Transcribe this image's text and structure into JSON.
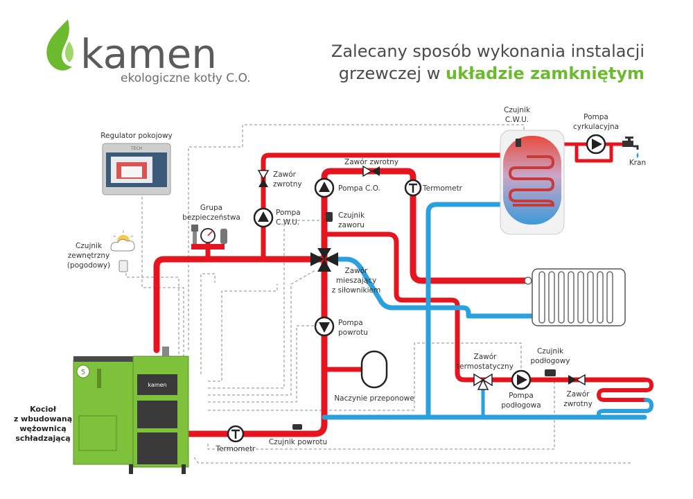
{
  "logo": {
    "word": "kamen",
    "tagline": "ekologiczne kotły C.O."
  },
  "title": {
    "line1": "Zalecany sposób wykonania instalacji",
    "line2_prefix": "grzewczej w ",
    "line2_highlight": "układzie zamkniętym"
  },
  "labels": {
    "regulator": "Regulator pokojowy",
    "regulator_brand": "TECH",
    "czujnik_zewnetrzny": [
      "Czujnik",
      "zewnętrzny",
      "(pogodowy)"
    ],
    "grupa_bezpieczenstwa": [
      "Grupa",
      "bezpieczeństwa"
    ],
    "zawor_zwrotny_1": [
      "Zawór",
      "zwrotny"
    ],
    "pompa_cwu": [
      "Pompa",
      "C.W.U."
    ],
    "zawor_zwrotny_2": "Zawór zwrotny",
    "pompa_co": "Pompa C.O.",
    "termometr_top": "Termometr",
    "czujnik_zaworu": [
      "Czujnik",
      "zaworu"
    ],
    "zawor_mieszajacy": [
      "Zawór",
      "mieszający",
      "z siłownikiem"
    ],
    "pompa_powrotu": [
      "Pompa",
      "powrotu"
    ],
    "naczynie": "Naczynie przeponowe",
    "czujnik_cwu": [
      "Czujnik",
      "C.W.U."
    ],
    "pompa_cyrkulacyjna": [
      "Pompa",
      "cyrkulacyjna"
    ],
    "kran": "Kran",
    "zawor_termostatyczny": [
      "Zawór",
      "termostatyczny"
    ],
    "pompa_podlogowa": [
      "Pompa",
      "podłogowa"
    ],
    "czujnik_podlogowy": [
      "Czujnik",
      "podłogowy"
    ],
    "zawor_zwrotny_3": [
      "Zawór",
      "zwrotny"
    ],
    "termometr_bottom": "Termometr",
    "czujnik_powrotu": "Czujnik powrotu",
    "kociol": [
      "Kocioł",
      "z wbudowaną",
      "wężownicą",
      "schładzającą"
    ],
    "boiler_brand": "kamen",
    "boiler_badge": "5"
  },
  "colors": {
    "supply": "#e5151f",
    "return": "#2aa0dc",
    "brand_green": "#6cbb2f",
    "boiler_green": "#7dc23a",
    "boiler_dark": "#3a3a3a"
  }
}
